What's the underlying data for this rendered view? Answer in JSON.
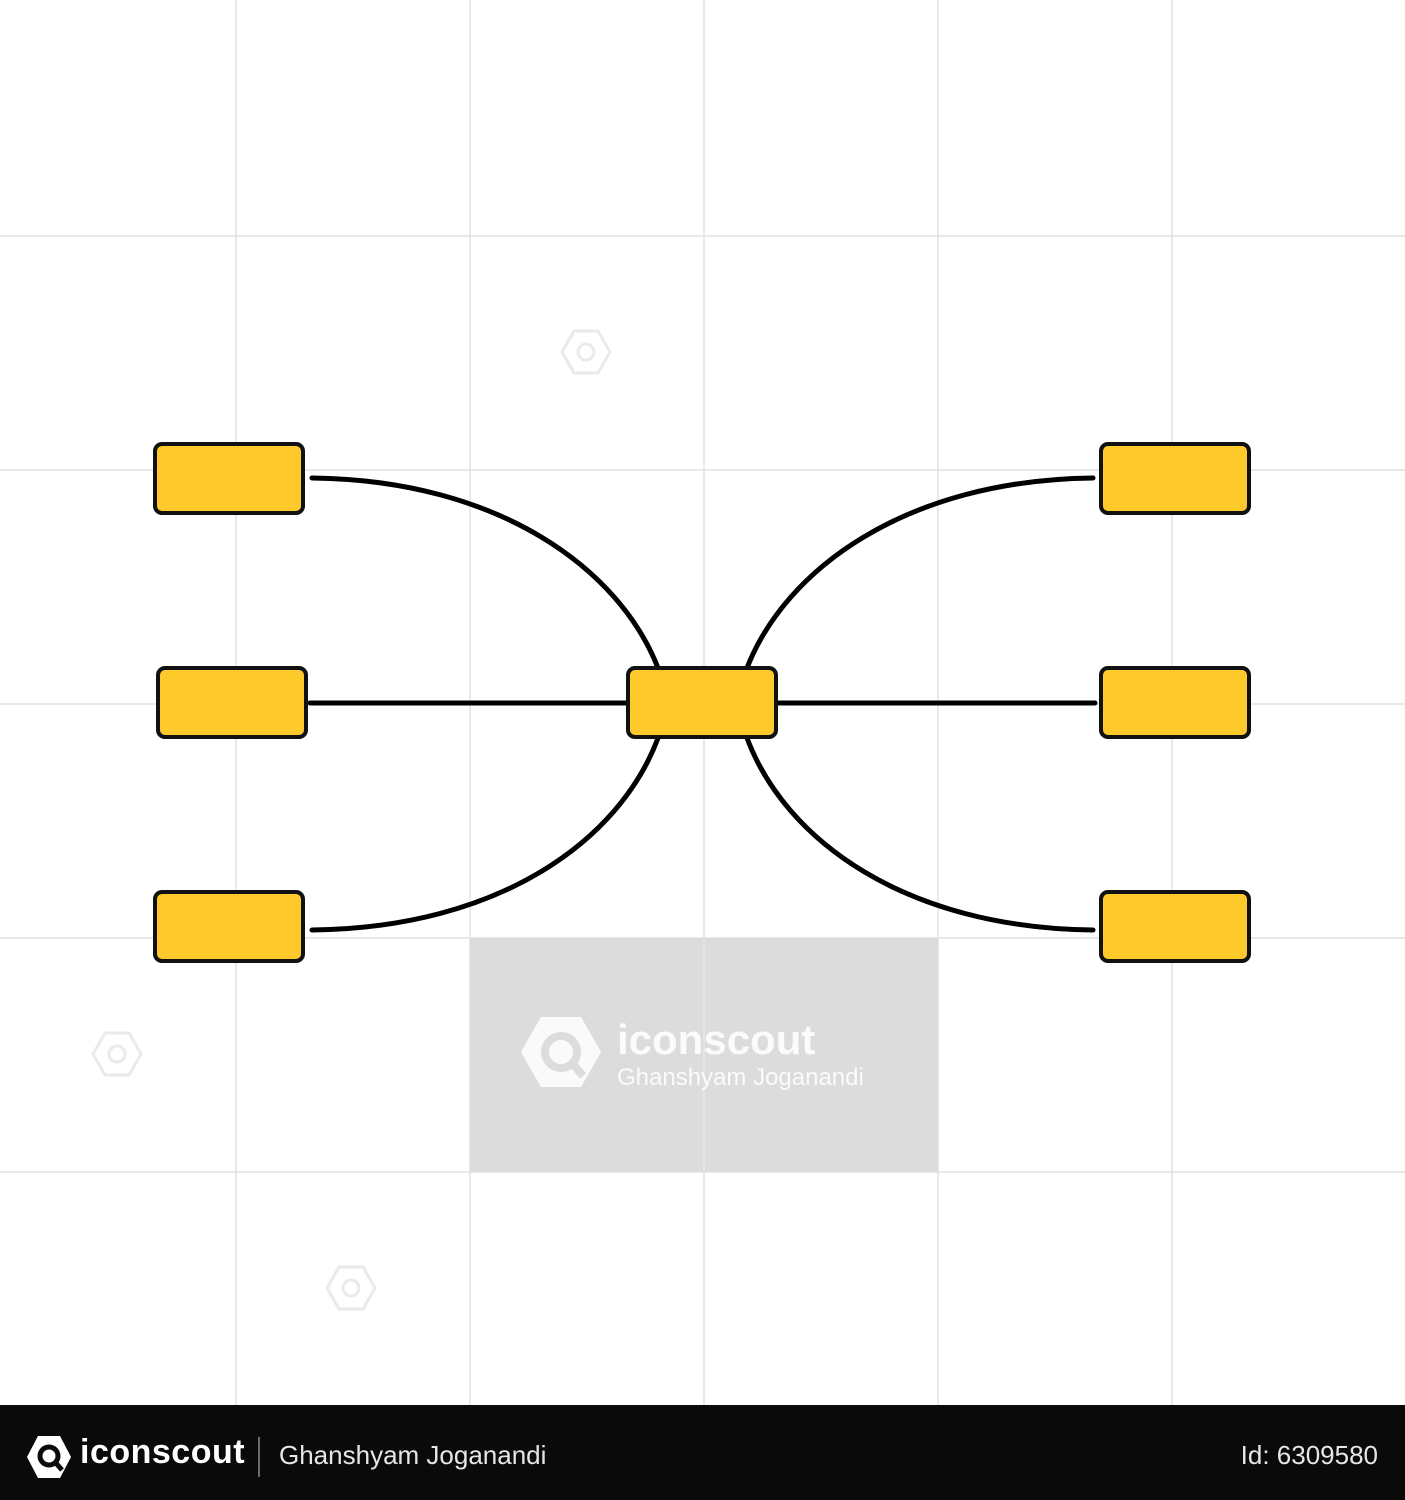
{
  "diagram": {
    "colors": {
      "node_fill": "#FECA2B",
      "node_stroke": "#111111",
      "edge": "#000000",
      "grid": "#e2e2e2",
      "watermark_panel": "#dcdcdc",
      "watermark_ink": "#ffffff"
    },
    "nodes": [
      {
        "id": "hub",
        "role": "center"
      },
      {
        "id": "left-top",
        "role": "leaf"
      },
      {
        "id": "left-middle",
        "role": "leaf"
      },
      {
        "id": "left-bottom",
        "role": "leaf"
      },
      {
        "id": "right-top",
        "role": "leaf"
      },
      {
        "id": "right-middle",
        "role": "leaf"
      },
      {
        "id": "right-bottom",
        "role": "leaf"
      }
    ],
    "edges": [
      {
        "from": "hub",
        "to": "left-top",
        "style": "curve"
      },
      {
        "from": "hub",
        "to": "left-middle",
        "style": "straight"
      },
      {
        "from": "hub",
        "to": "left-bottom",
        "style": "curve"
      },
      {
        "from": "hub",
        "to": "right-top",
        "style": "curve"
      },
      {
        "from": "hub",
        "to": "right-middle",
        "style": "straight"
      },
      {
        "from": "hub",
        "to": "right-bottom",
        "style": "curve"
      }
    ]
  },
  "watermark": {
    "brand": "iconscout",
    "author": "Ghanshyam Joganandi"
  },
  "footer": {
    "brand": "iconscout",
    "author": "Ghanshyam Joganandi",
    "asset_id": "Id: 6309580",
    "logo_icon": "iconscout-logo-icon"
  }
}
